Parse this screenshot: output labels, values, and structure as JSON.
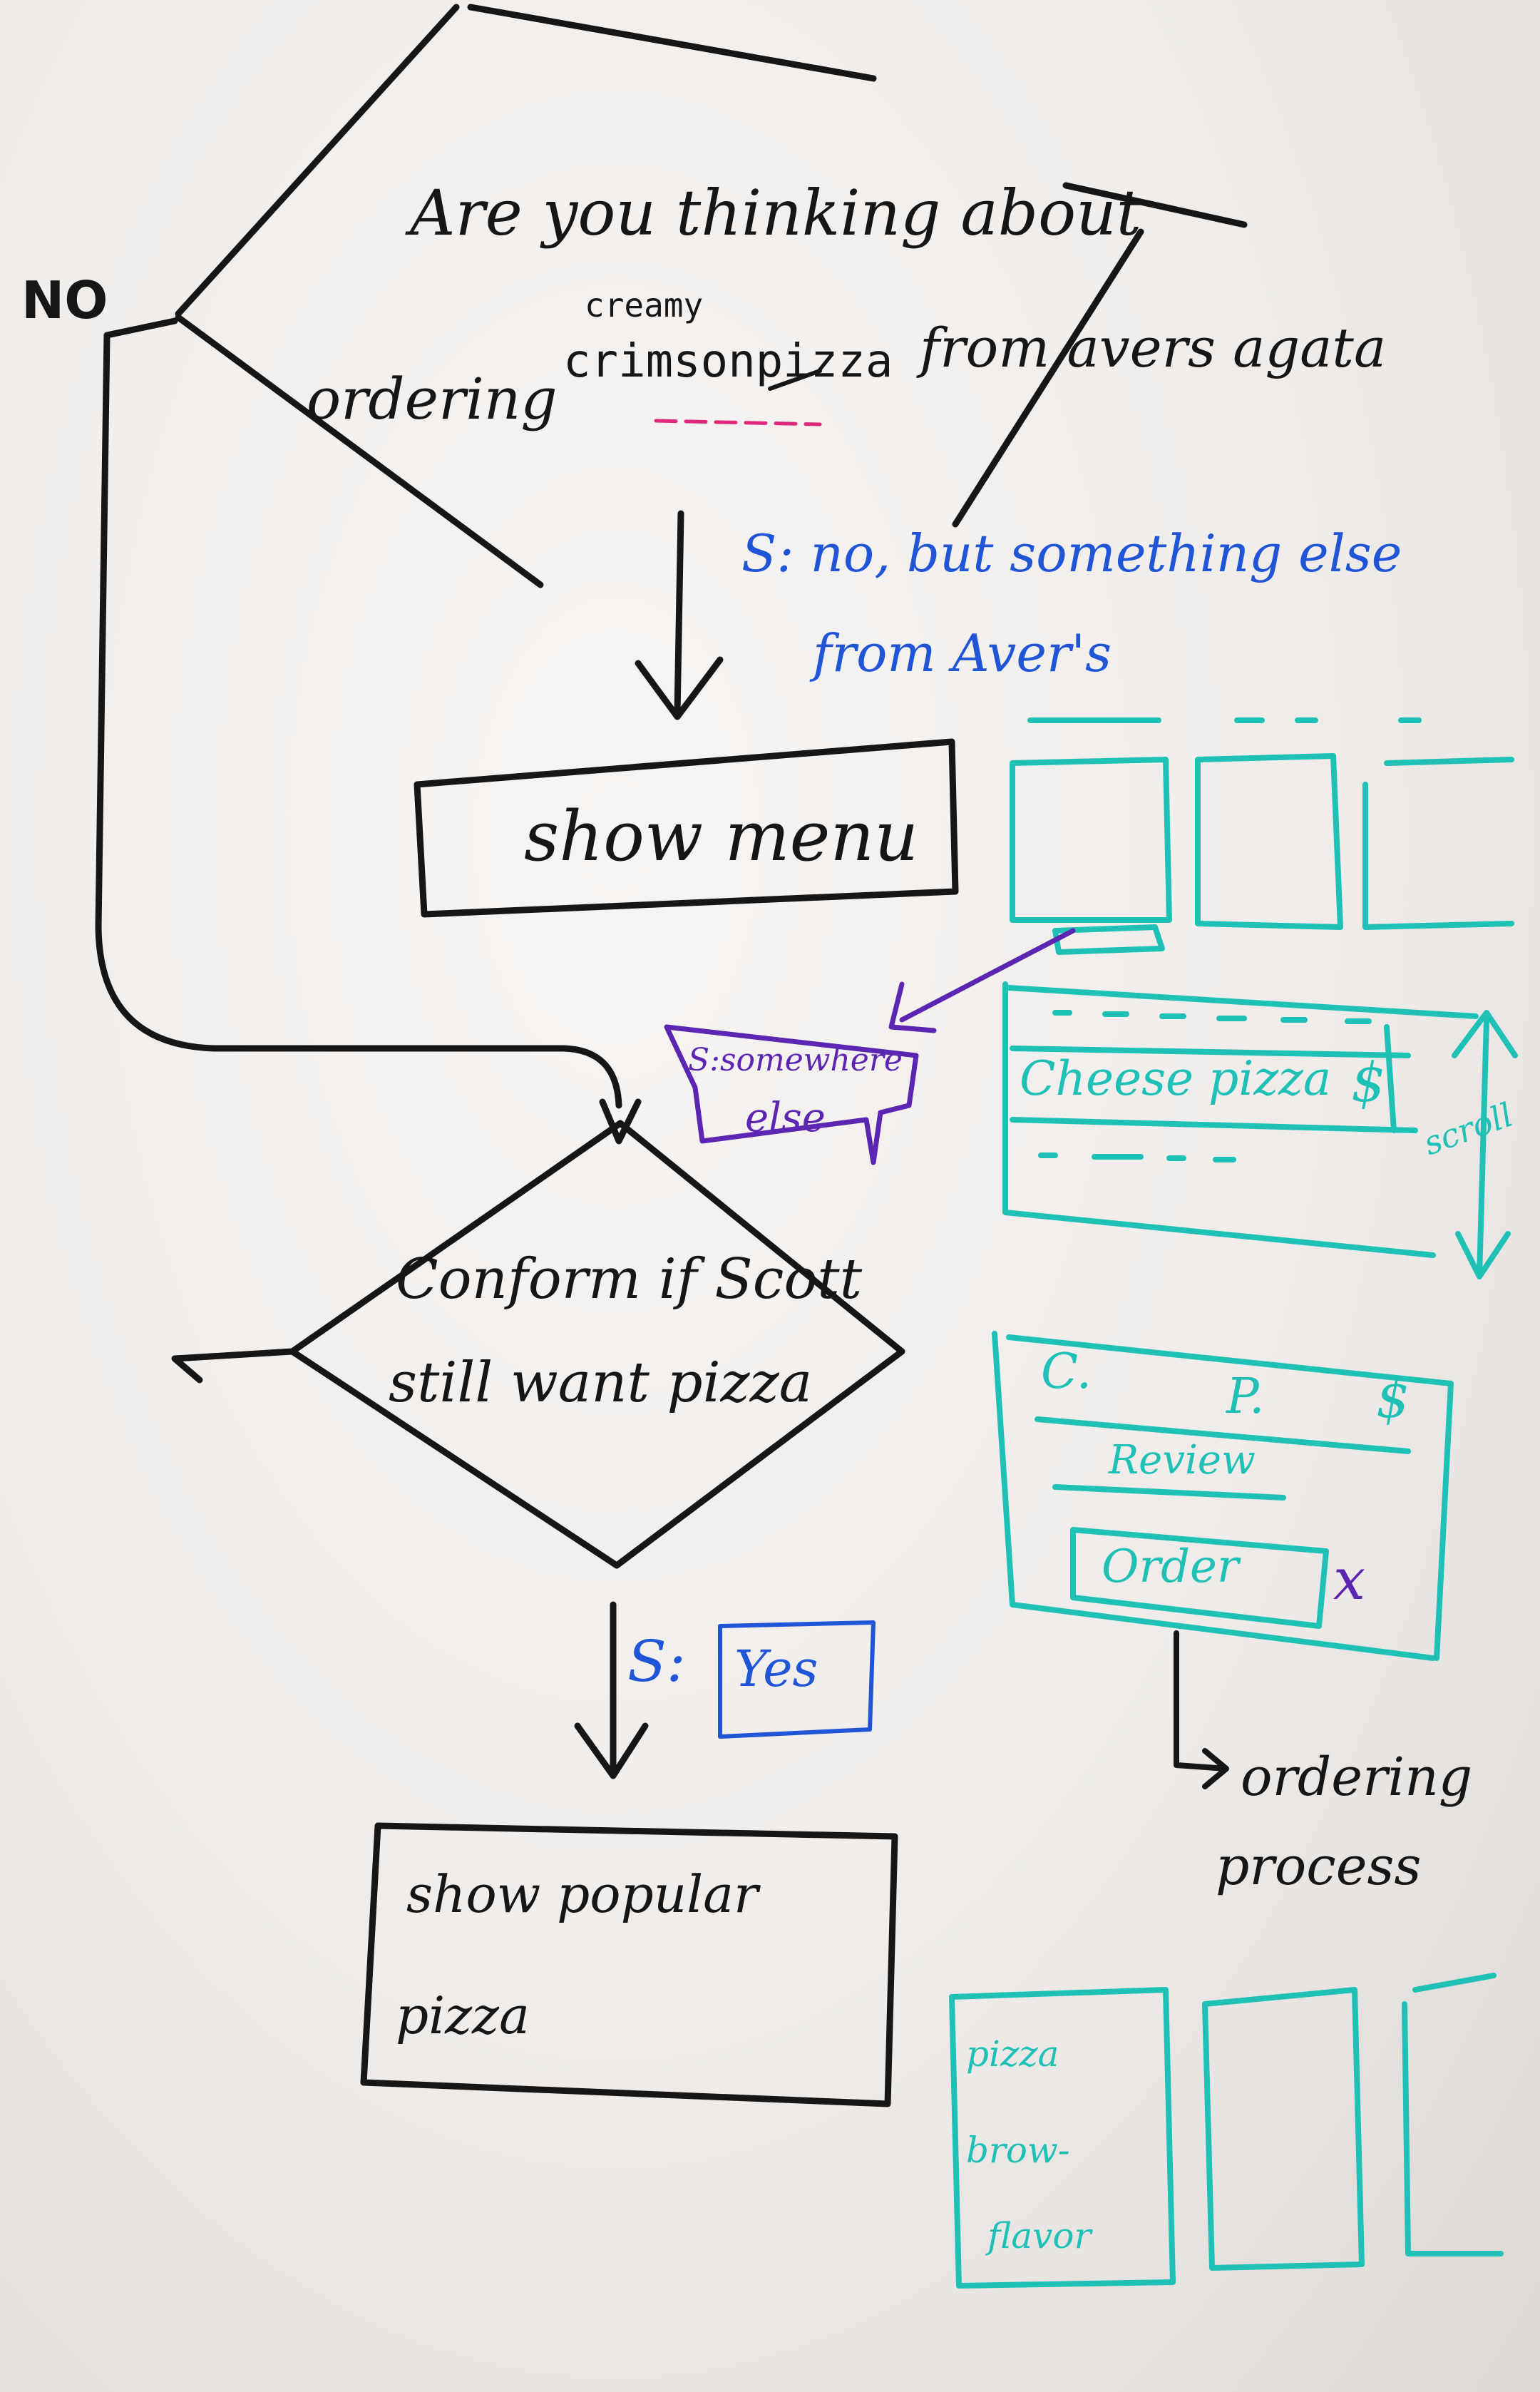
{
  "colors": {
    "board": "#f3f1ef",
    "black_marker": "#161616",
    "blue_marker": "#1f55d6",
    "purple_marker": "#5d26b2",
    "teal_marker": "#1fc0b6",
    "pink_marker": "#e0287a"
  },
  "flow": {
    "no_label": "NO",
    "question": {
      "line1": "Are you thinking about",
      "line2": "ordering",
      "inserted_word": "creamy",
      "crossed_word": "crimsonpizza",
      "line2_end": "from avers agata"
    },
    "speech_no_else": {
      "line1": "S: no, but something else",
      "line2": "from Aver's"
    },
    "show_menu": "show menu",
    "speech_somewhere": {
      "line1": "S:somewhere",
      "line2": "else"
    },
    "confirm": {
      "line1": "Conform if Scott",
      "line2": "still want pizza"
    },
    "speech_yes": {
      "prefix": "S:",
      "answer": "Yes"
    },
    "show_popular": {
      "line1": "show popular",
      "line2": "pizza"
    }
  },
  "wireframes": {
    "menu_item": {
      "name": "Cheese pizza",
      "price": "$",
      "scroll": "scroll"
    },
    "review": {
      "c": "C.",
      "p": "P.",
      "price": "$",
      "review_label": "Review",
      "order_button": "Order",
      "close": "x"
    },
    "ordering": {
      "line1": "ordering",
      "line2": "process"
    },
    "list": [
      "pizza",
      "brow-",
      "flavor"
    ]
  }
}
